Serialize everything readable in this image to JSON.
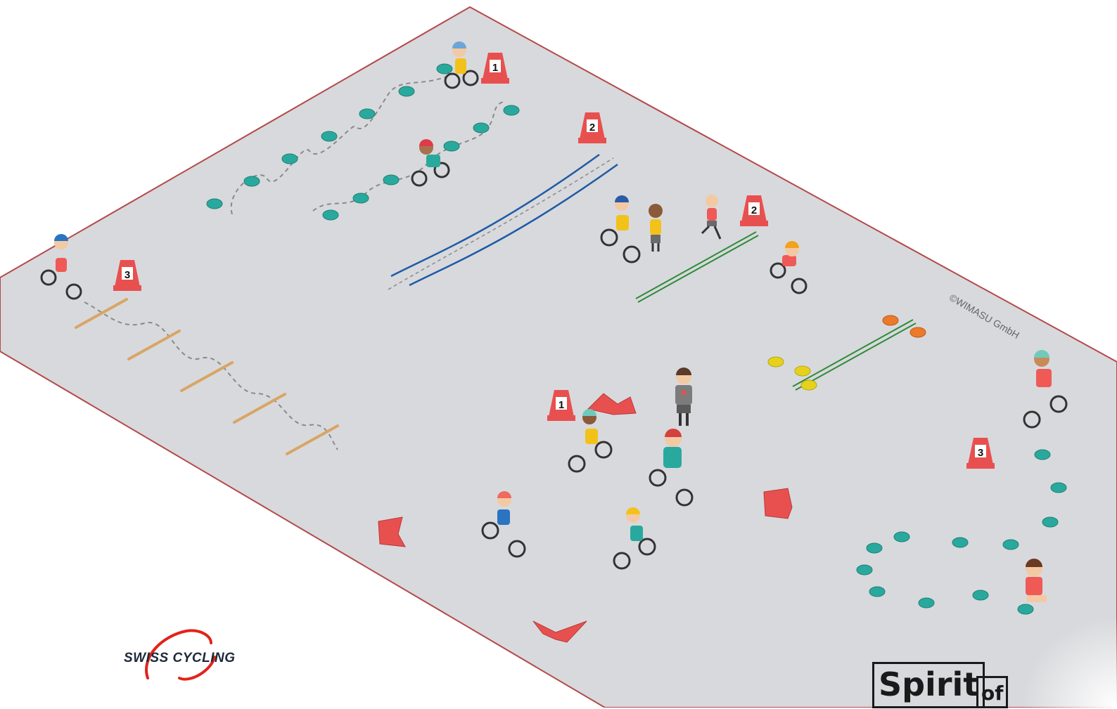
{
  "colors": {
    "field": "#d8d9dc",
    "field_border": "#b34a4a",
    "cone": "#e8504f",
    "marker_teal": "#29a99d",
    "marker_yellow": "#e6d21c",
    "marker_orange": "#ec7a2a",
    "plank": "#d9a566",
    "line_blue": "#1f5aa6",
    "line_green": "#2e8a3a",
    "dash": "#8a8a8a"
  },
  "cones": [
    {
      "label": "1",
      "name": "cone-1-top"
    },
    {
      "label": "2",
      "name": "cone-2-top"
    },
    {
      "label": "2",
      "name": "cone-2-right"
    },
    {
      "label": "3",
      "name": "cone-3-left"
    },
    {
      "label": "1",
      "name": "cone-1-center"
    },
    {
      "label": "3",
      "name": "cone-3-right"
    }
  ],
  "copyright": "©WIMASU GmbH",
  "logos": {
    "swiss_cycling": "SWISS CYCLING",
    "spirit_main": "Spirit",
    "spirit_sub": "of"
  },
  "icons": [
    "bicycle-rider-icon",
    "person-icon",
    "traffic-cone-icon",
    "marker-disc-icon",
    "direction-arrow-icon",
    "plank-icon"
  ]
}
